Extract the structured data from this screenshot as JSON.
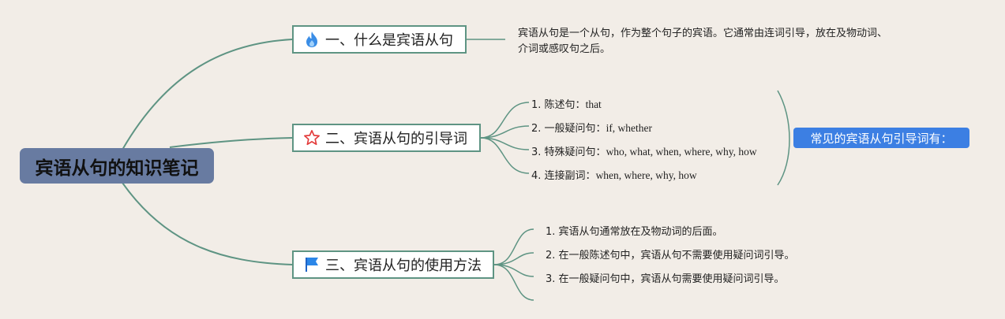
{
  "root": {
    "label": "宾语从句的知识笔记"
  },
  "branches": [
    {
      "label": "一、什么是宾语从句",
      "icon": "fire-icon",
      "description": "宾语从句是一个从句，作为整个句子的宾语。它通常由连词引导，放在及物动词、介词或感叹句之后。"
    },
    {
      "label": "二、宾语从句的引导词",
      "icon": "star-icon",
      "items": [
        {
          "num": "1.",
          "zh": "陈述句：",
          "en": "that"
        },
        {
          "num": "2.",
          "zh": "一般疑问句：",
          "en": "if, whether"
        },
        {
          "num": "3.",
          "zh": "特殊疑问句：",
          "en": "who, what, when, where, why, how"
        },
        {
          "num": "4.",
          "zh": "连接副词：",
          "en": "when, where, why, how"
        }
      ],
      "summary": "常见的宾语从句引导词有："
    },
    {
      "label": "三、宾语从句的使用方法",
      "icon": "flag-icon",
      "items": [
        {
          "num": "1.",
          "zh": "宾语从句通常放在及物动词的后面。"
        },
        {
          "num": "2.",
          "zh": "在一般陈述句中，宾语从句不需要使用疑问词引导。"
        },
        {
          "num": "3.",
          "zh": "在一般疑问句中，宾语从句需要使用疑问词引导。"
        }
      ]
    }
  ],
  "colors": {
    "line": "#5e9483",
    "root": "#687ba1",
    "summary": "#3c7fe3",
    "background": "#f2ede7"
  }
}
